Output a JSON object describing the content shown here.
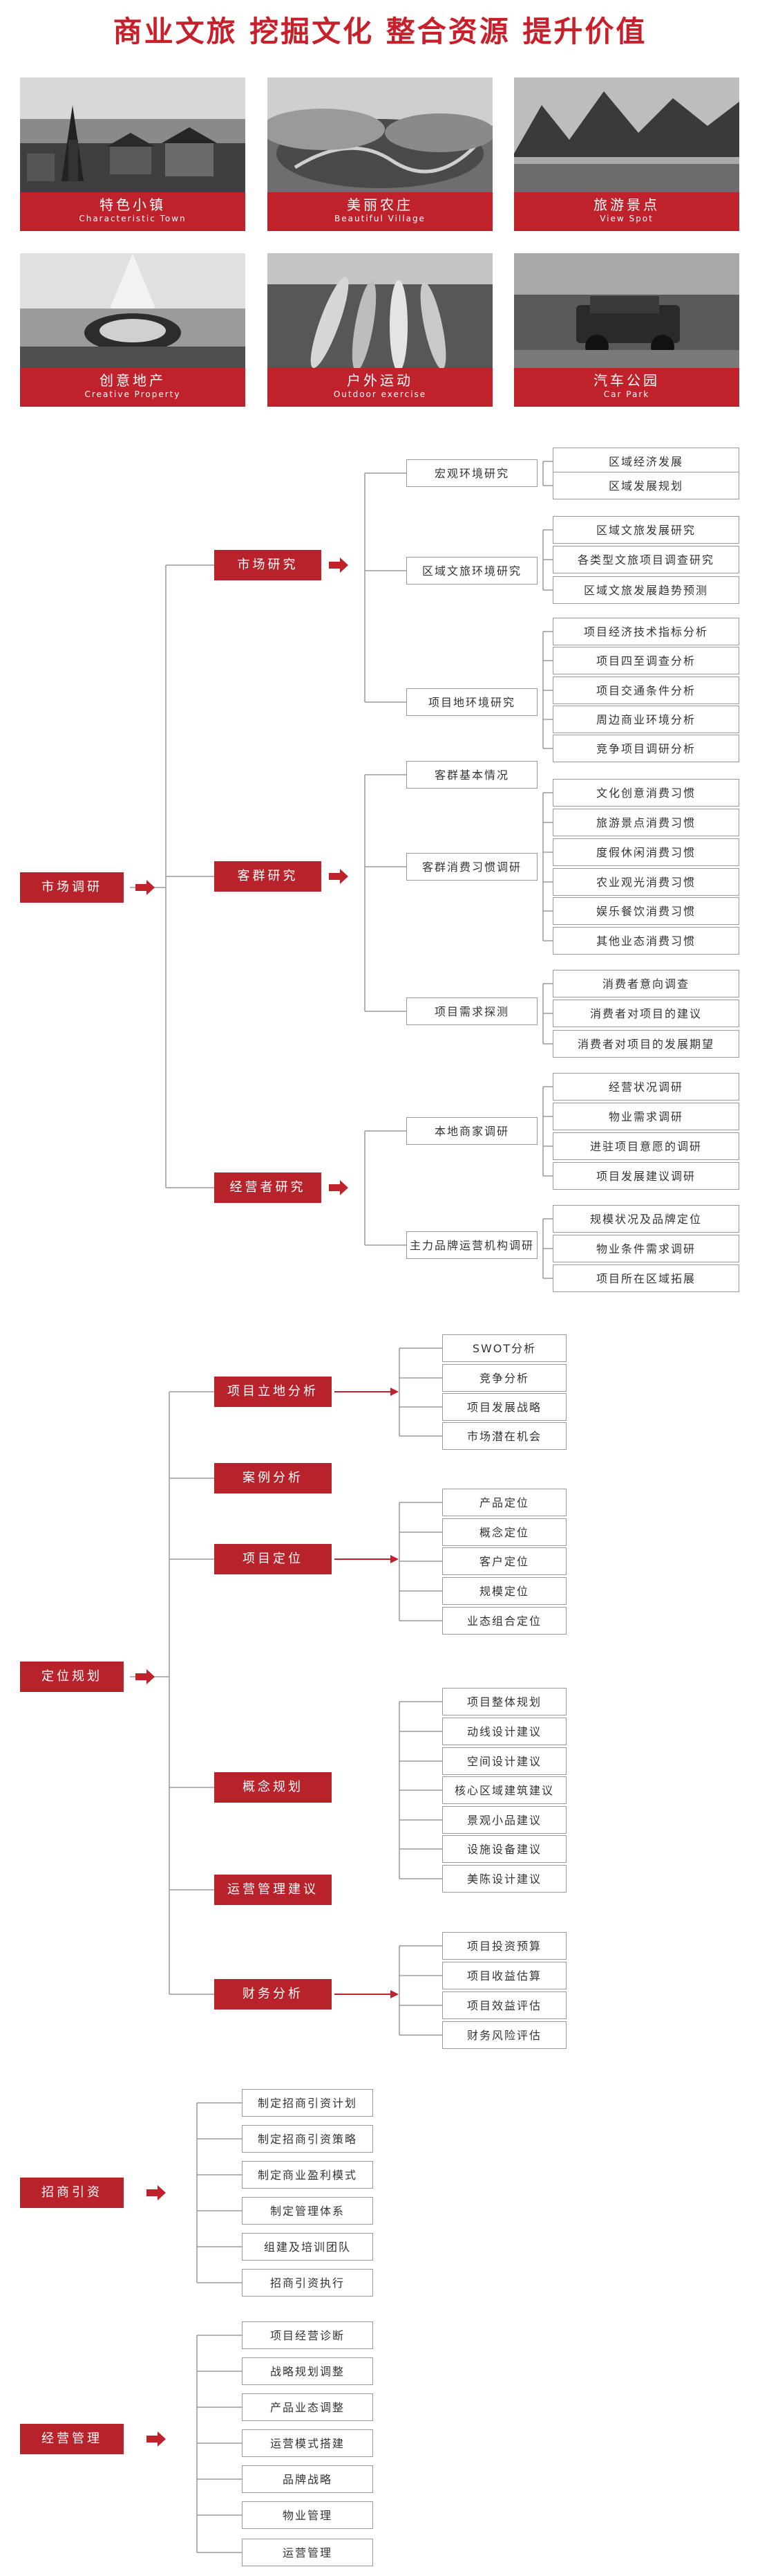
{
  "header": {
    "title": "商业文旅  挖掘文化  整合资源  提升价值"
  },
  "tiles": [
    {
      "cn": "特色小镇",
      "en": "Characteristic Town"
    },
    {
      "cn": "美丽农庄",
      "en": "Beautiful Village"
    },
    {
      "cn": "旅游景点",
      "en": "View Spot"
    },
    {
      "cn": "创意地产",
      "en": "Creative Property"
    },
    {
      "cn": "户外运动",
      "en": "Outdoor exercise"
    },
    {
      "cn": "汽车公园",
      "en": "Car Park"
    }
  ],
  "s1": {
    "root": "市场调研",
    "c1": {
      "label": "市场研究",
      "m1": {
        "label": "宏观环境研究",
        "leaves": [
          "区域经济发展",
          "区域发展规划"
        ]
      },
      "m2": {
        "label": "区域文旅环境研究",
        "leaves": [
          "区域文旅发展研究",
          "各类型文旅项目调查研究",
          "区域文旅发展趋势预测"
        ]
      },
      "m3": {
        "label": "项目地环境研究",
        "leaves": [
          "项目经济技术指标分析",
          "项目四至调查分析",
          "项目交通条件分析",
          "周边商业环境分析",
          "竞争项目调研分析"
        ]
      }
    },
    "c2": {
      "label": "客群研究",
      "m1": {
        "label": "客群基本情况"
      },
      "m2": {
        "label": "客群消费习惯调研",
        "leaves": [
          "文化创意消费习惯",
          "旅游景点消费习惯",
          "度假休闲消费习惯",
          "农业观光消费习惯",
          "娱乐餐饮消费习惯",
          "其他业态消费习惯"
        ]
      },
      "m3": {
        "label": "项目需求探测",
        "leaves": [
          "消费者意向调查",
          "消费者对项目的建议",
          "消费者对项目的发展期望"
        ]
      }
    },
    "c3": {
      "label": "经营者研究",
      "m1": {
        "label": "本地商家调研",
        "leaves": [
          "经营状况调研",
          "物业需求调研",
          "进驻项目意愿的调研",
          "项目发展建议调研"
        ]
      },
      "m2": {
        "label": "主力品牌运营机构调研",
        "leaves": [
          "规模状况及品牌定位",
          "物业条件需求调研",
          "项目所在区域拓展"
        ]
      }
    }
  },
  "s2": {
    "root": "定位规划",
    "b1": {
      "label": "项目立地分析",
      "leaves": [
        "SWOT分析",
        "竞争分析",
        "项目发展战略",
        "市场潜在机会"
      ]
    },
    "b2": {
      "label": "案例分析"
    },
    "b3": {
      "label": "项目定位",
      "leaves": [
        "产品定位",
        "概念定位",
        "客户定位",
        "规模定位",
        "业态组合定位"
      ]
    },
    "b4": {
      "label": "概念规划",
      "leaves": [
        "项目整体规划",
        "动线设计建议",
        "空间设计建议",
        "核心区域建筑建议",
        "景观小品建议",
        "设施设备建议",
        "美陈设计建议"
      ]
    },
    "b5": {
      "label": "运营管理建议"
    },
    "b6": {
      "label": "财务分析",
      "leaves": [
        "项目投资预算",
        "项目收益估算",
        "项目效益评估",
        "财务风险评估"
      ]
    }
  },
  "s3": {
    "root": "招商引资",
    "leaves": [
      "制定招商引资计划",
      "制定招商引资策略",
      "制定商业盈利模式",
      "制定管理体系",
      "组建及培训团队",
      "招商引资执行"
    ]
  },
  "s4": {
    "root": "经营管理",
    "leaves": [
      "项目经营诊断",
      "战略规划调整",
      "产品业态调整",
      "运营模式搭建",
      "品牌战略",
      "物业管理",
      "运营管理"
    ]
  }
}
